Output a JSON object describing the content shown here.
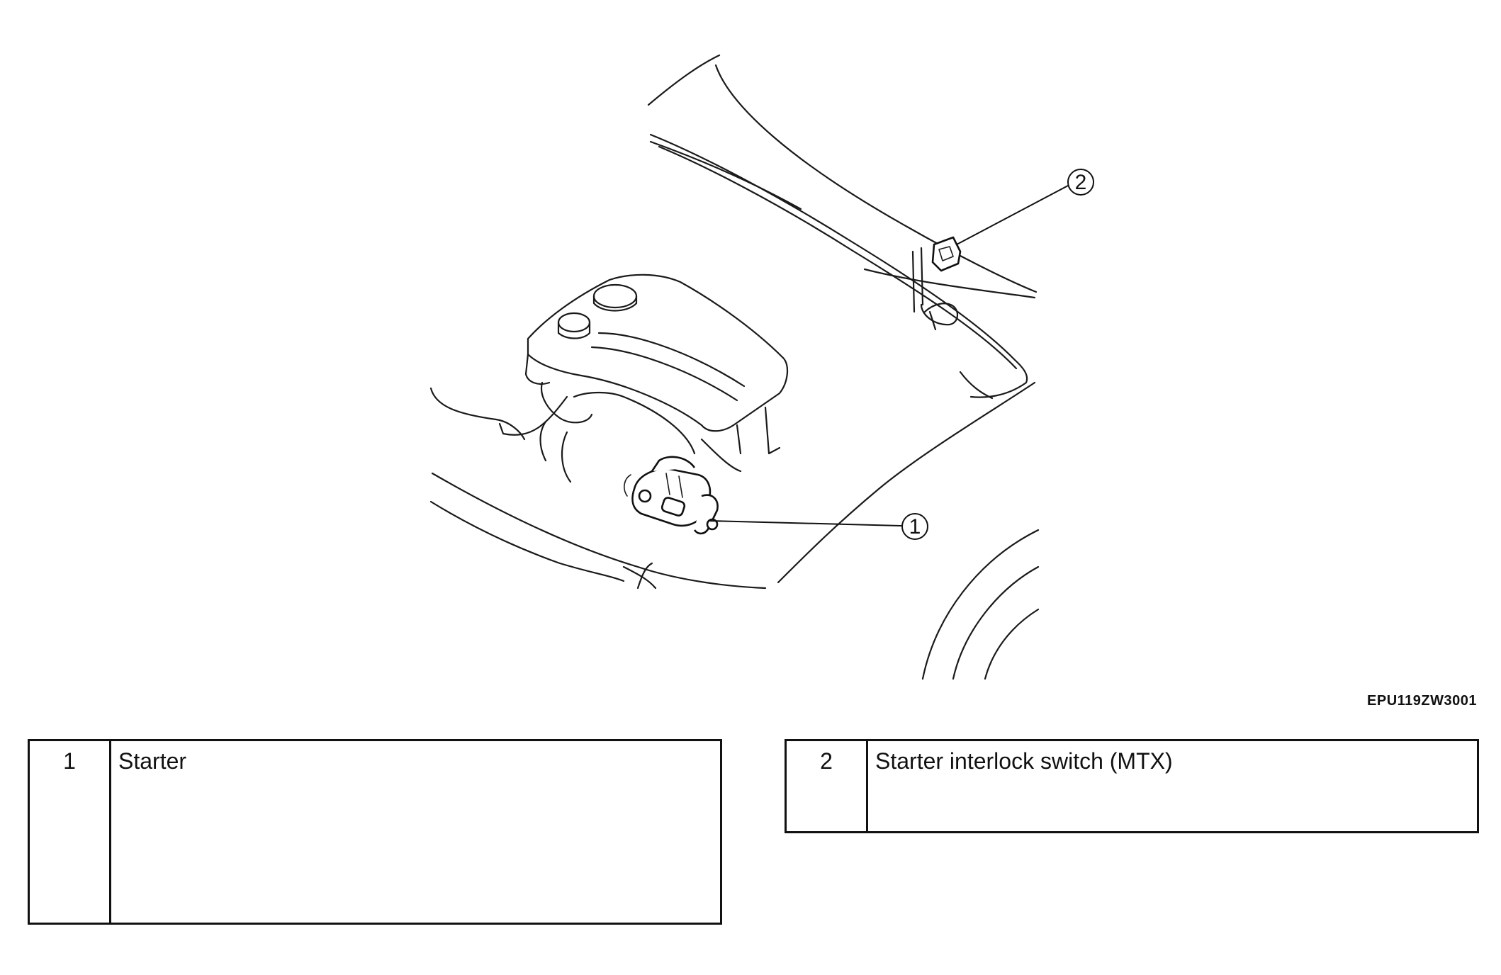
{
  "figure": {
    "code": "EPU119ZW3001"
  },
  "callouts": [
    {
      "number": "1",
      "label": "Starter"
    },
    {
      "number": "2",
      "label": "Starter interlock switch (MTX)"
    }
  ]
}
